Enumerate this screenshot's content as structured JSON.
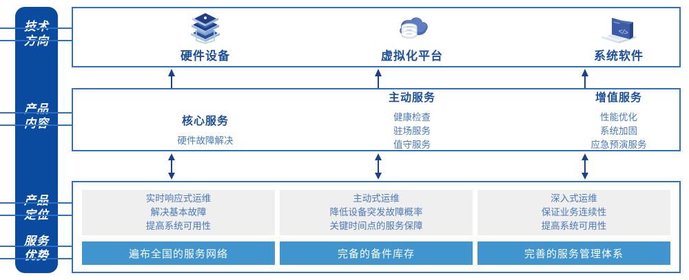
{
  "sidebar": {
    "items": [
      {
        "name": "tech-direction",
        "line1": "技术",
        "line2": "方向"
      },
      {
        "name": "product-content",
        "line1": "产品",
        "line2": "内容"
      },
      {
        "name": "product-position",
        "line1": "产品",
        "line2": "定位"
      },
      {
        "name": "service-advantage",
        "line1": "服务",
        "line2": "优势"
      }
    ]
  },
  "tech_row": {
    "columns": [
      {
        "icon": "server-stack-icon",
        "title": "硬件设备"
      },
      {
        "icon": "cloud-database-icon",
        "title": "虚拟化平台"
      },
      {
        "icon": "laptop-code-icon",
        "title": "系统软件"
      }
    ]
  },
  "content_row": {
    "columns": [
      {
        "title": "核心服务",
        "items": [
          "硬件故障解决"
        ]
      },
      {
        "title": "主动服务",
        "items": [
          "健康检查",
          "驻场服务",
          "值守服务"
        ]
      },
      {
        "title": "增值服务",
        "items": [
          "性能优化",
          "系统加固",
          "应急预演服务"
        ]
      }
    ]
  },
  "position_row": {
    "cards": [
      {
        "lines": [
          "实时响应式运维",
          "解决基本故障",
          "提高系统可用性"
        ]
      },
      {
        "lines": [
          "主动式运维",
          "降低设备突发故障概率",
          "关键时间点的服务保障"
        ]
      },
      {
        "lines": [
          "深入式运维",
          "保证业务连续性",
          "提高系统可用性"
        ]
      }
    ]
  },
  "advantage_row": {
    "bars": [
      {
        "label": "遍布全国的服务网络"
      },
      {
        "label": "完备的备件库存"
      },
      {
        "label": "完善的服务管理体系"
      }
    ]
  },
  "colors": {
    "rail": "#0a4ba0",
    "panel_border": "#2e6fc4",
    "title_blue": "#1b4f9c",
    "body_blue": "#4a79b8",
    "card_gray": "#efefef",
    "bar_blue": "#4095cf",
    "arrow": "#1b3f8f"
  }
}
